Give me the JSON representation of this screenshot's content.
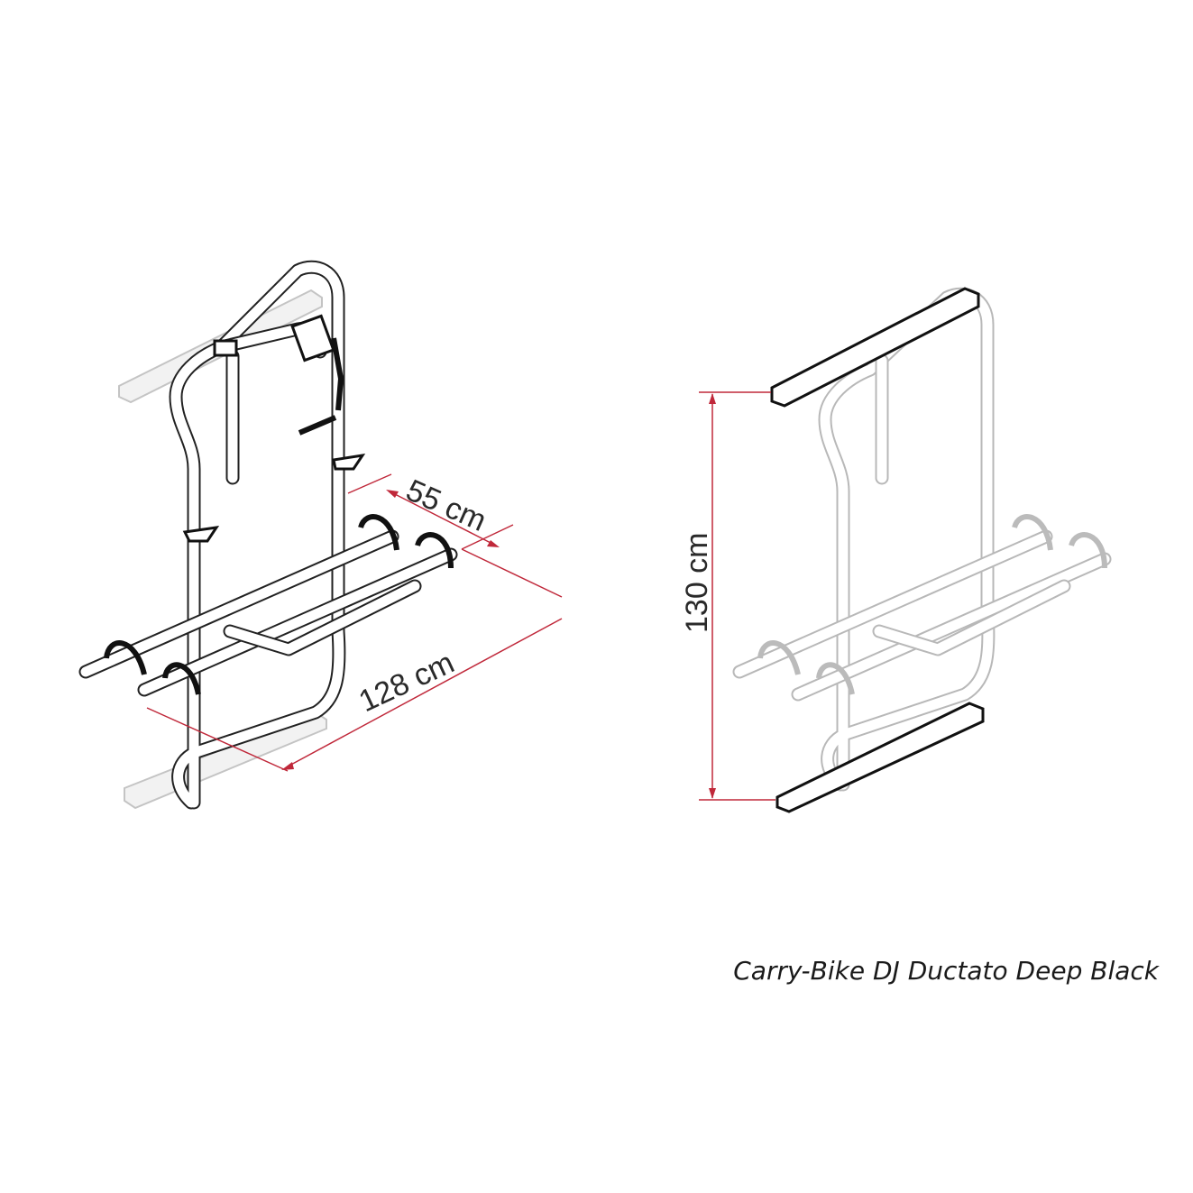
{
  "dimensions": {
    "depth": "55 cm",
    "width": "128 cm",
    "height": "130 cm"
  },
  "caption": "Carry-Bike DJ Ductato Deep Black",
  "colors": {
    "dimension_line": "#c0283a",
    "outline": "#222222",
    "faded": "#b8b8b8"
  }
}
